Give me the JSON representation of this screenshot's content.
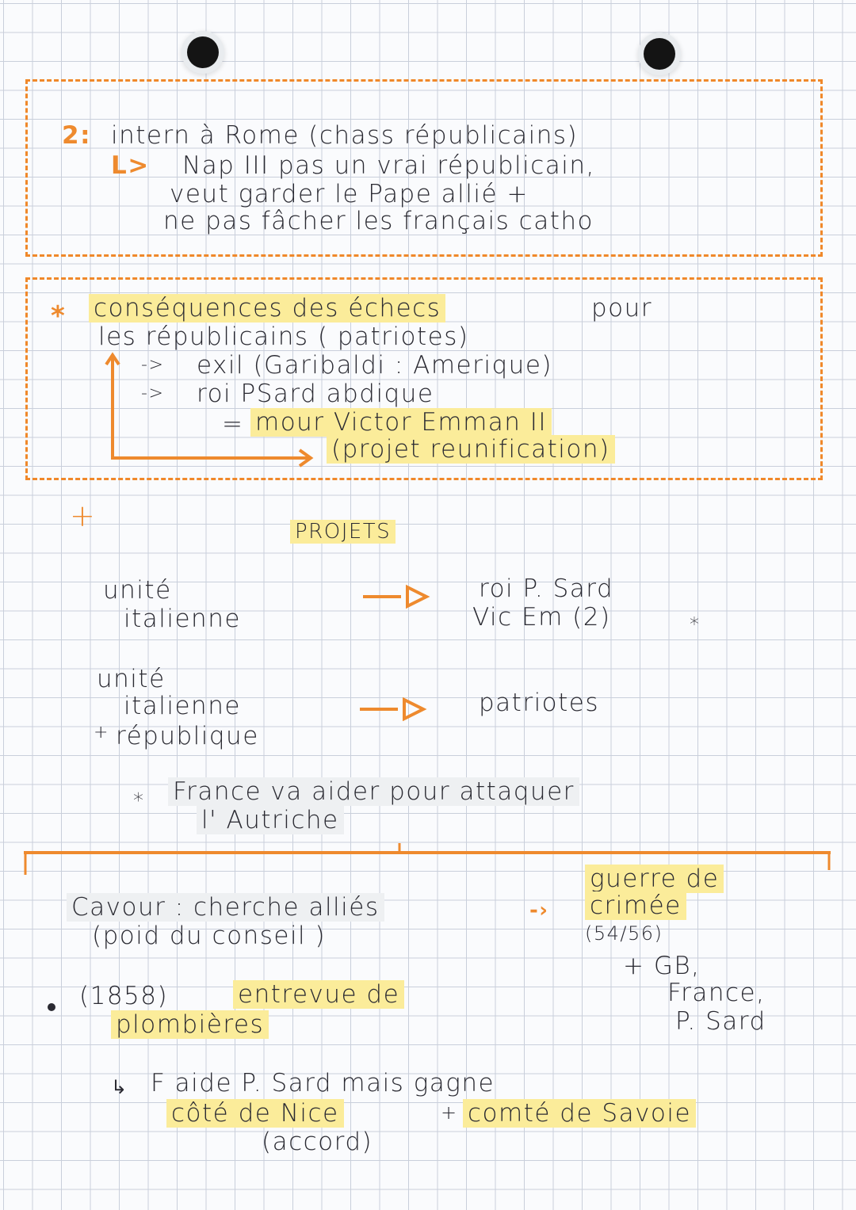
{
  "box1": {
    "number": "2:",
    "line1": "intern à Rome (chass républicains)",
    "arrow": "L>",
    "line2": "Nap III pas un vrai républicain,",
    "line3": "veut garder le Pape allié +",
    "line4": "ne pas fâcher les français catho"
  },
  "box2": {
    "star": "*",
    "heading1": "conséquences des échecs",
    "heading1b": "pour",
    "heading2": "les républicains ( patriotes)",
    "item1": "exil (Garibaldi : Amerique)",
    "item2": "roi PSard abdique",
    "item3": "mour Victor Emman II",
    "item4": "(projet reunification)"
  },
  "plus": "+",
  "projets": {
    "title": "PROJETS",
    "row1_left": [
      "unité",
      "italienne"
    ],
    "row1_right": [
      "roi P. Sard",
      "Vic Em (2)"
    ],
    "row1_star": "*",
    "row2_left": [
      "unité",
      "italienne",
      "république"
    ],
    "row2_plus": "+",
    "row2_right": "patriotes",
    "note_star": "*",
    "note": [
      "France va aider pour attaquer",
      "l' Autriche"
    ]
  },
  "section3": {
    "cavour_line1": "Cavour : cherche alliés",
    "cavour_line2": "(poid du conseil )",
    "war1": "guerre de",
    "war2": "crimée",
    "war_dates": "(54/56)",
    "allies": [
      "+ GB,",
      "France,",
      "P. Sard"
    ],
    "entrevue_date": "(1858)",
    "entrevue1": "entrevue de",
    "entrevue2": "plombières",
    "result_arrow": "↳",
    "result1": "F aide P. Sard mais gagne",
    "result2": "côté de Nice",
    "result2_plus": "+",
    "result3": "comté de Savoie",
    "result4": "(accord)"
  },
  "colors": {
    "accent": "#f0882a",
    "highlight": "#fbec9a",
    "ink": "#2a2a32"
  }
}
